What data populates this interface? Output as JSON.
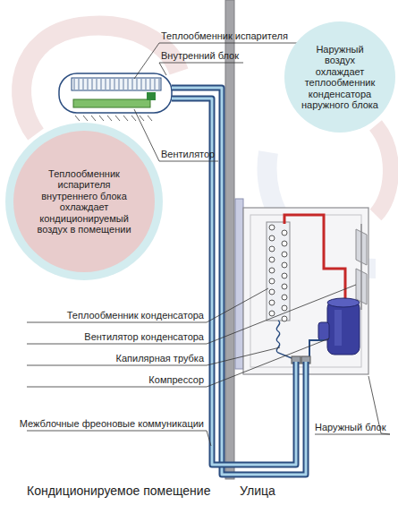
{
  "diagram": {
    "nodes": [
      {
        "text": [
          "Наружный воздух охлаждает теплообменник конденсатора наружного блока"
        ]
      },
      {
        "text": [
          "Теплообменник испарителя внутреннего блока охлаждает кондиционируемый воздух в помещении"
        ]
      }
    ],
    "labels": [
      "Теплообменник испарителя",
      "Внутренний блок",
      "Вентилятор",
      "Теплообменник конденсатора",
      "Вентилятор конденсатора",
      "Капилярная трубка",
      "Компрессор",
      "Межблочные фреоновые коммуникации",
      "Наружный блок",
      "Кондиционируемое помещение",
      "Улица"
    ]
  }
}
